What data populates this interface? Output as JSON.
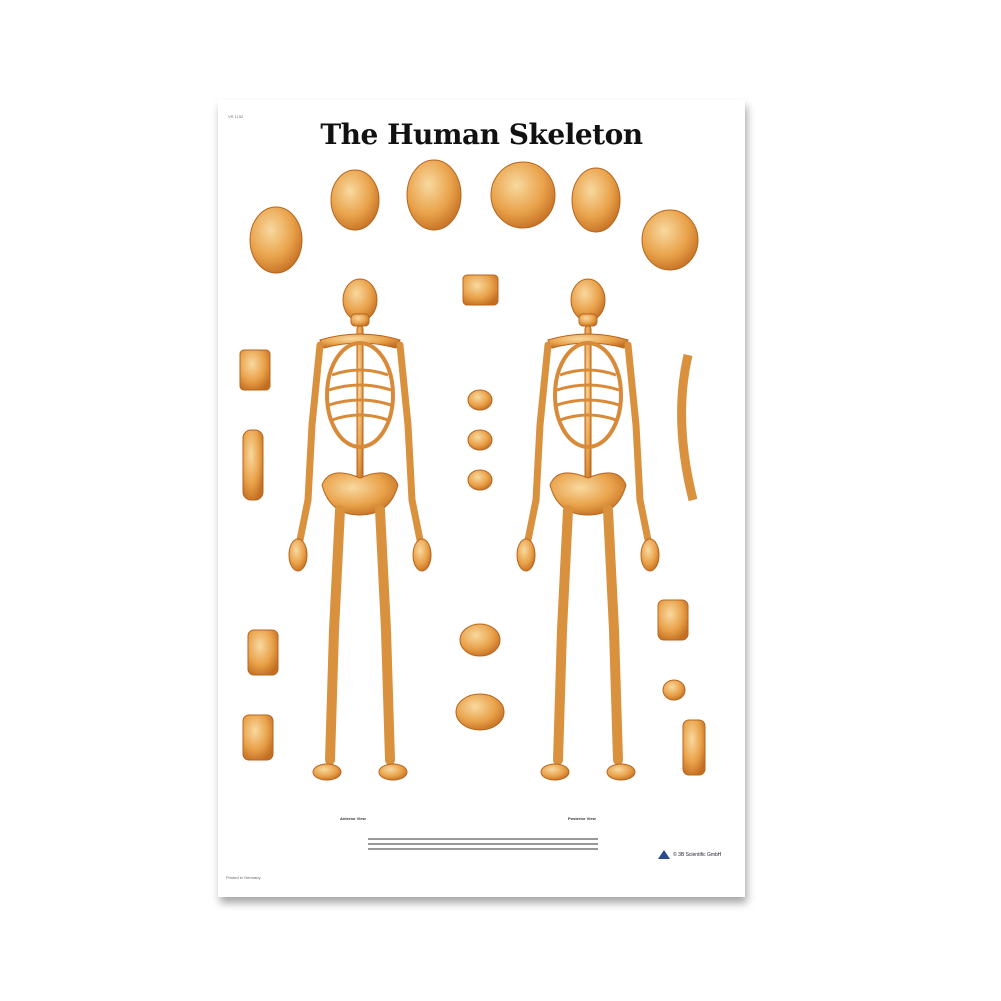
{
  "poster": {
    "title": "The Human Skeleton",
    "views": [
      "Anterior View",
      "Posterior View"
    ],
    "publisher": "© 3B Scientific GmbH",
    "printed": "Printed in Germany",
    "bone_color": "#e9a24a",
    "bone_shadow": "#c9762a"
  }
}
